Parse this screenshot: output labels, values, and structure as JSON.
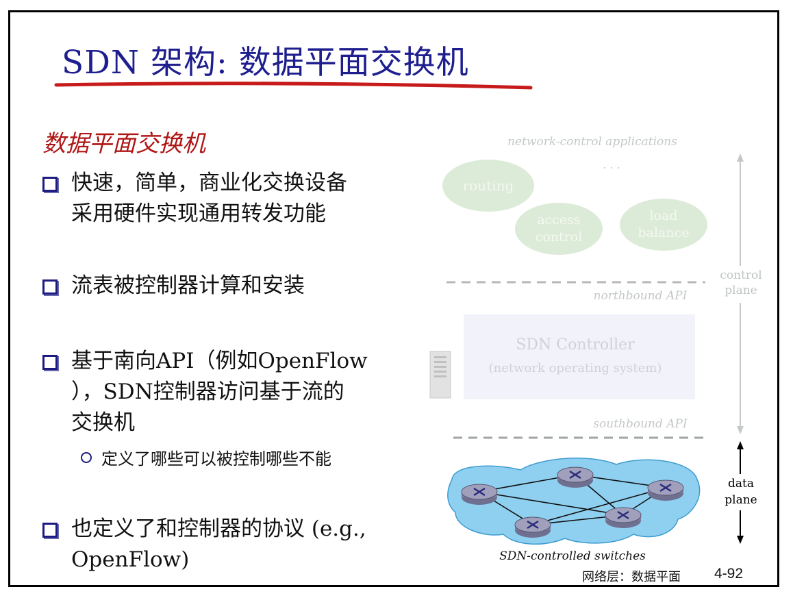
{
  "slide": {
    "title": "SDN 架构: 数据平面交换机",
    "subtitle": "数据平面交换机",
    "bullets": [
      {
        "line1": "快速，简单，商业化交换设备",
        "line2": "采用硬件实现通用转发功能"
      },
      {
        "line1": "流表被控制器计算和安装"
      },
      {
        "line1": "基于南向API（例如OpenFlow",
        "line2": "），SDN控制器访问基于流的",
        "line3": "交换机"
      },
      {
        "line1": "也定义了和控制器的协议 (e.g.,",
        "line2": "OpenFlow)"
      }
    ],
    "sub_bullet": "定义了哪些可以被控制哪些不能",
    "footer": {
      "section": "网络层：数据平面",
      "page": "4-92"
    }
  },
  "diagram": {
    "apps_label": "network-control applications",
    "ellipsis": ". . .",
    "apps": {
      "routing": "routing",
      "access_1": "access",
      "access_2": "control",
      "load_1": "load",
      "load_2": "balance"
    },
    "northbound_api": "northbound API",
    "southbound_api": "southbound API",
    "controller_1": "SDN Controller",
    "controller_2": "(network operating system)",
    "control_plane_1": "control",
    "control_plane_2": "plane",
    "data_plane_1": "data",
    "data_plane_2": "plane",
    "switches_caption": "SDN-controlled switches",
    "colors": {
      "faded_app": "#dcebd7",
      "faded_text": "#c8cccc",
      "cloud": "#8fd0f0",
      "switch": "#8a8aa8"
    }
  }
}
